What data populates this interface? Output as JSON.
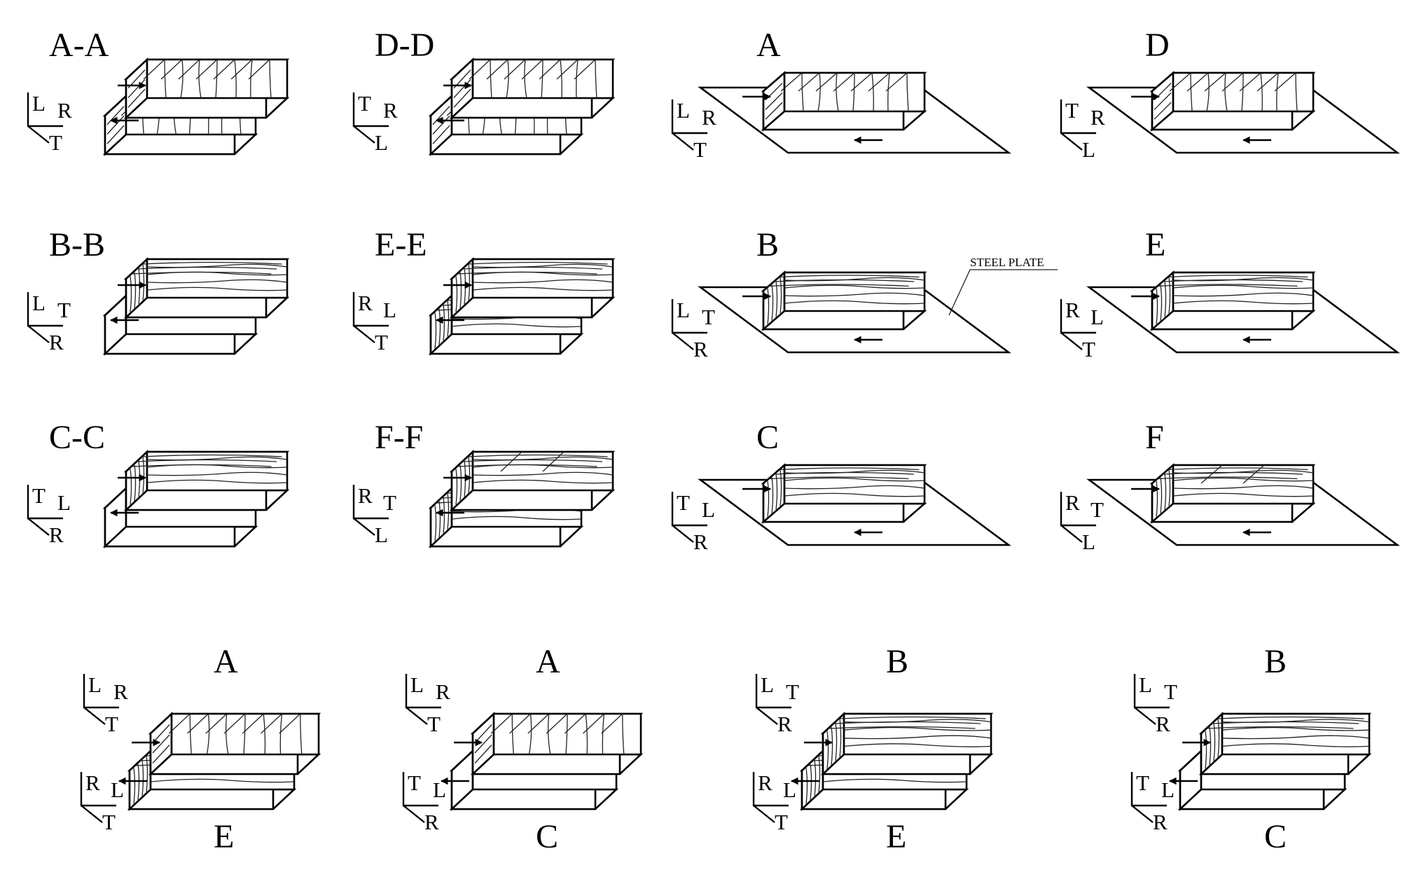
{
  "colors": {
    "ink": "#000000",
    "paper": "#ffffff"
  },
  "steel_plate_label": "STEEL PLATE",
  "panels": [
    {
      "id": "AA",
      "title": "A-A",
      "kind": "double",
      "up": "L",
      "right": "R",
      "front": "T",
      "top_grain": "end",
      "bottom_grain": "end"
    },
    {
      "id": "DD",
      "title": "D-D",
      "kind": "double",
      "up": "T",
      "right": "R",
      "front": "L",
      "top_grain": "end",
      "bottom_grain": "end"
    },
    {
      "id": "A",
      "title": "A",
      "kind": "plate",
      "up": "L",
      "right": "R",
      "front": "T",
      "top_grain": "end"
    },
    {
      "id": "D",
      "title": "D",
      "kind": "plate",
      "up": "T",
      "right": "R",
      "front": "L",
      "top_grain": "endtop"
    },
    {
      "id": "BB",
      "title": "B-B",
      "kind": "double",
      "up": "L",
      "right": "T",
      "front": "R",
      "top_grain": "side",
      "bottom_grain": "none"
    },
    {
      "id": "EE",
      "title": "E-E",
      "kind": "double",
      "up": "R",
      "right": "L",
      "front": "T",
      "top_grain": "side",
      "bottom_grain": "side"
    },
    {
      "id": "B",
      "title": "B",
      "kind": "plate",
      "up": "L",
      "right": "T",
      "front": "R",
      "top_grain": "side"
    },
    {
      "id": "E",
      "title": "E",
      "kind": "plate",
      "up": "R",
      "right": "L",
      "front": "T",
      "top_grain": "side"
    },
    {
      "id": "CC",
      "title": "C-C",
      "kind": "double",
      "up": "T",
      "right": "L",
      "front": "R",
      "top_grain": "side",
      "bottom_grain": "none"
    },
    {
      "id": "FF",
      "title": "F-F",
      "kind": "double",
      "up": "R",
      "right": "T",
      "front": "L",
      "top_grain": "sidetop",
      "bottom_grain": "side"
    },
    {
      "id": "C",
      "title": "C",
      "kind": "plate",
      "up": "T",
      "right": "L",
      "front": "R",
      "top_grain": "side"
    },
    {
      "id": "F",
      "title": "F",
      "kind": "plate",
      "up": "R",
      "right": "T",
      "front": "L",
      "top_grain": "sidetop"
    }
  ],
  "combos": [
    {
      "id": "AE",
      "top_title": "A",
      "bottom_title": "E",
      "axes_top": {
        "up": "L",
        "right": "R",
        "front": "T"
      },
      "axes_bottom": {
        "up": "R",
        "right": "L",
        "front": "T"
      },
      "top_grain": "end",
      "bottom_grain": "side"
    },
    {
      "id": "AC",
      "top_title": "A",
      "bottom_title": "C",
      "axes_top": {
        "up": "L",
        "right": "R",
        "front": "T"
      },
      "axes_bottom": {
        "up": "T",
        "right": "L",
        "front": "R"
      },
      "top_grain": "end",
      "bottom_grain": "none"
    },
    {
      "id": "BE",
      "top_title": "B",
      "bottom_title": "E",
      "axes_top": {
        "up": "L",
        "right": "T",
        "front": "R"
      },
      "axes_bottom": {
        "up": "R",
        "right": "L",
        "front": "T"
      },
      "top_grain": "side",
      "bottom_grain": "side"
    },
    {
      "id": "BC",
      "top_title": "B",
      "bottom_title": "C",
      "axes_top": {
        "up": "L",
        "right": "T",
        "front": "R"
      },
      "axes_bottom": {
        "up": "T",
        "right": "L",
        "front": "R"
      },
      "top_grain": "side",
      "bottom_grain": "none"
    }
  ]
}
